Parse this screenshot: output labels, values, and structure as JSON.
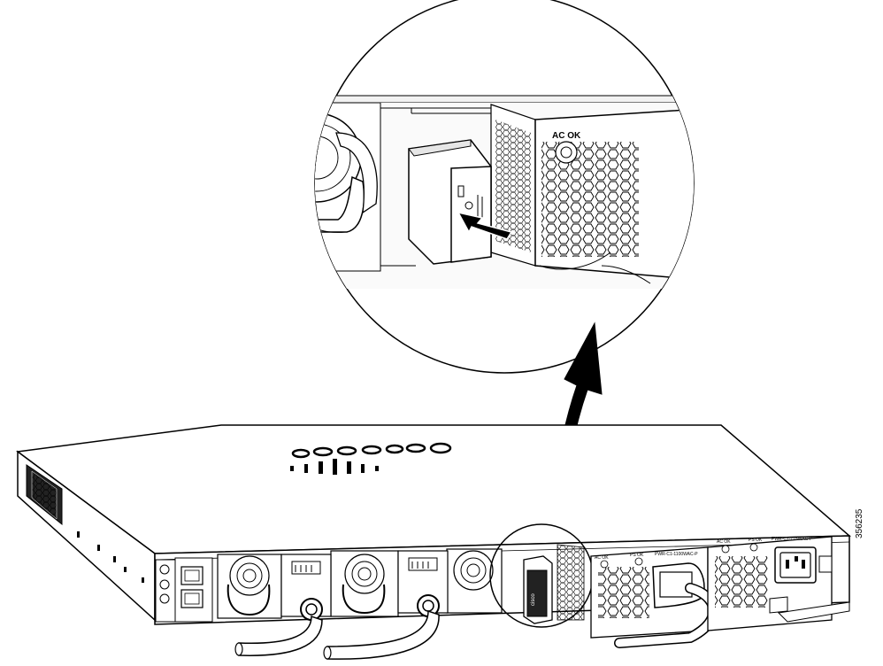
{
  "labels": {
    "ac_ok_zoom": "AC OK",
    "ac_ok_psu1": "AC OK",
    "ps_ok_psu1": "PS OK",
    "model_psu1": "PWR-C1-1100WAC-P",
    "ac_ok_psu2": "AC OK",
    "ps_ok_psu2": "PS OK",
    "model_psu2": "PWR-C1-715WAC-P",
    "blank_module_text": "cisco",
    "figure_number": "356235"
  },
  "colors": {
    "line": "#000000",
    "fill": "#ffffff",
    "shade": "#e6e6e6",
    "dark": "#222222"
  },
  "icons": [
    "curved-arrow-icon",
    "push-arrow-icon",
    "cisco-logo-icon"
  ]
}
